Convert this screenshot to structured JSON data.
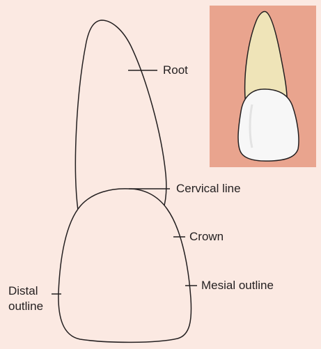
{
  "labels": {
    "root": "Root",
    "cervical_line": "Cervical line",
    "crown": "Crown",
    "mesial_outline": "Mesial outline",
    "distal_outline_line1": "Distal",
    "distal_outline_line2": "outline"
  },
  "colors": {
    "background": "#fbe9e2",
    "inset_background": "#e9a48e",
    "root_fill": "#efe4b8",
    "crown_fill": "#f7f7f7",
    "outline": "#231f20"
  }
}
